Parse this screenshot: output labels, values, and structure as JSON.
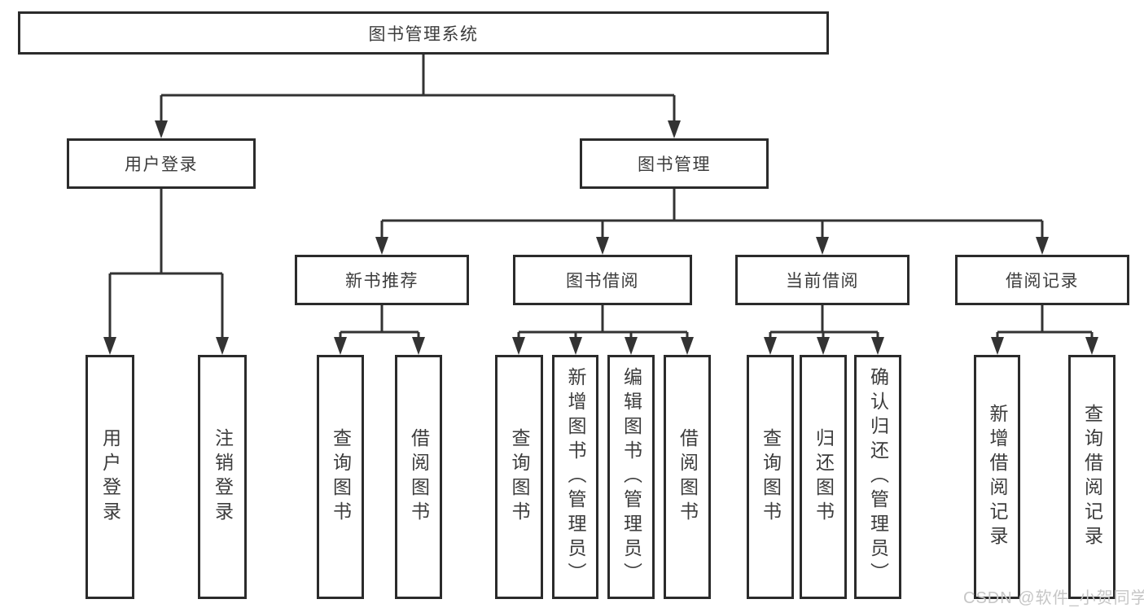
{
  "tree": {
    "label": "图书管理系统",
    "children": [
      {
        "label": "用户登录",
        "children": [
          {
            "label": "用户登录"
          },
          {
            "label": "注销登录"
          }
        ]
      },
      {
        "label": "图书管理",
        "children": [
          {
            "label": "新书推荐",
            "children": [
              {
                "label": "查询图书"
              },
              {
                "label": "借阅图书"
              }
            ]
          },
          {
            "label": "图书借阅",
            "children": [
              {
                "label": "查询图书"
              },
              {
                "label": "新增图书（管理员）"
              },
              {
                "label": "编辑图书（管理员）"
              },
              {
                "label": "借阅图书"
              }
            ]
          },
          {
            "label": "当前借阅",
            "children": [
              {
                "label": "查询图书"
              },
              {
                "label": "归还图书"
              },
              {
                "label": "确认归还（管理员）"
              }
            ]
          },
          {
            "label": "借阅记录",
            "children": [
              {
                "label": "新增借阅记录"
              },
              {
                "label": "查询借阅记录"
              }
            ]
          }
        ]
      }
    ]
  },
  "watermark": {
    "text": "CSDN @软件_小贺同学"
  },
  "colors": {
    "line": "#333333",
    "border": "#2b2b2b",
    "text": "#3c3c3c",
    "watermark": "#c6c6c6"
  }
}
